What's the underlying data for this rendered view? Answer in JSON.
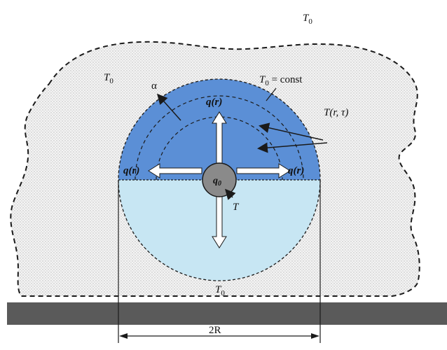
{
  "labels": {
    "top_right_t0": "T",
    "top_right_t0_sub": "0",
    "left_t0": "T",
    "left_t0_sub": "0",
    "alpha": "α",
    "t0_const_t": "T",
    "t0_const_sub": "0",
    "t0_const_rest": " = const",
    "t_r_tau": "T(r, τ)",
    "q_r_top": "q(r)",
    "q_r_left": "q(r)",
    "q_r_right": "q(r)",
    "q0": "q",
    "q0_sub": "0",
    "t_center": "T",
    "bottom_t0": "T",
    "bottom_t0_sub": "0",
    "dimension": "2R"
  },
  "colors": {
    "upper_half": "#5b8fd6",
    "lower_half": "#c7e6f3",
    "core": "#8a8a8a",
    "ground": "#5a5a5a",
    "stipple": "#cfcfcf",
    "outline": "#1a1a1a"
  }
}
